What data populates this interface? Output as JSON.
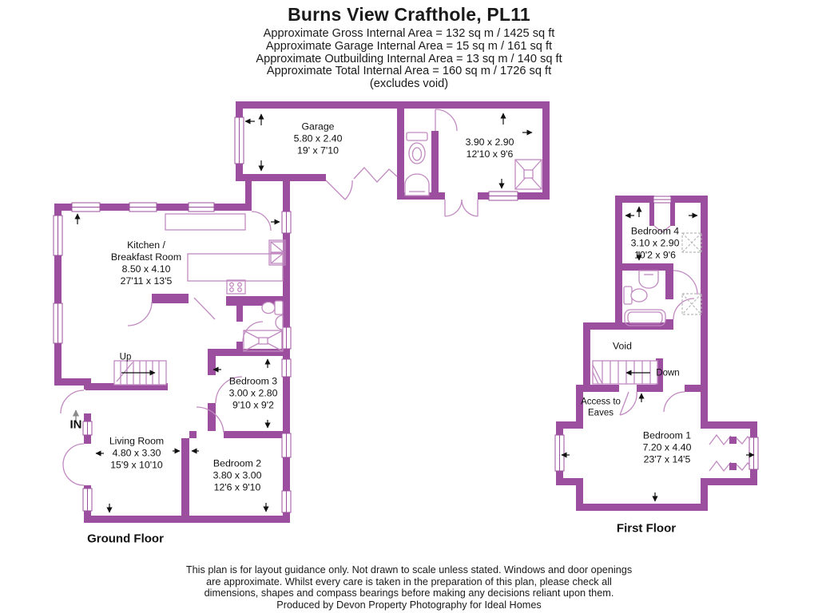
{
  "header": {
    "title": "Burns View Crafthole, PL11",
    "area_lines": [
      "Approximate Gross Internal Area = 132 sq m / 1425 sq ft",
      "Approximate Garage Internal Area = 15 sq m / 161 sq ft",
      "Approximate Outbuilding Internal Area = 13 sq m / 140 sq ft",
      "Approximate Total Internal Area = 160 sq m / 1726 sq ft",
      "(excludes void)"
    ]
  },
  "ground_floor": {
    "label": "Ground Floor",
    "rooms": {
      "garage": {
        "name": "Garage",
        "metric": "5.80 x 2.40",
        "imperial": "19' x 7'10"
      },
      "outbuilding": {
        "metric": "3.90 x 2.90",
        "imperial": "12'10 x 9'6"
      },
      "kitchen": {
        "name_line1": "Kitchen /",
        "name_line2": "Breakfast Room",
        "metric": "8.50 x 4.10",
        "imperial": "27'11 x 13'5"
      },
      "bedroom3": {
        "name": "Bedroom 3",
        "metric": "3.00 x 2.80",
        "imperial": "9'10 x 9'2"
      },
      "living_room": {
        "name": "Living Room",
        "metric": "4.80 x 3.30",
        "imperial": "15'9 x 10'10"
      },
      "bedroom2": {
        "name": "Bedroom 2",
        "metric": "3.80 x 3.00",
        "imperial": "12'6 x 9'10"
      }
    },
    "annotations": {
      "up": "Up",
      "entrance": "IN"
    }
  },
  "first_floor": {
    "label": "First Floor",
    "rooms": {
      "bedroom4": {
        "name": "Bedroom 4",
        "metric": "3.10 x 2.90",
        "imperial": "10'2 x 9'6"
      },
      "void": {
        "name": "Void"
      },
      "bedroom1": {
        "name": "Bedroom 1",
        "metric": "7.20 x 4.40",
        "imperial": "23'7 x 14'5"
      }
    },
    "annotations": {
      "down": "Down",
      "access_to_eaves": "Access to Eaves"
    }
  },
  "footer": {
    "lines": [
      "This plan is for layout guidance only. Not drawn to scale unless stated. Windows and door openings",
      "are approximate. Whilst every care is taken in the preparation of this plan, please check all",
      "dimensions, shapes and compass bearings before making any decisions reliant upon them.",
      "Produced by Devon Property Photography for Ideal Homes"
    ]
  },
  "colors": {
    "wall": "#9c4f9e",
    "fixture_stroke": "#c18ac1",
    "text": "#1a1a1a",
    "skylight_dash": "#b9b9b9"
  }
}
